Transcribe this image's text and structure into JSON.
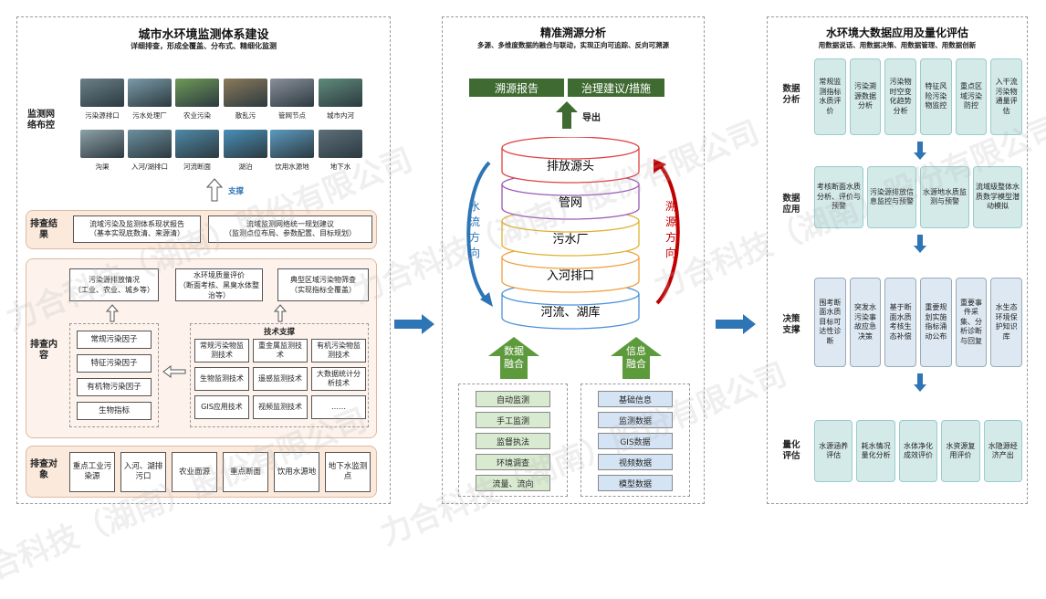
{
  "left": {
    "title": "城市水环境监测体系建设",
    "subtitle": "详细排查，形成全覆盖、分布式、精细化监测",
    "network_label": "监测网络布控",
    "photos": [
      "污染源排口",
      "污水处理厂",
      "农业污染",
      "散乱污",
      "管网节点",
      "城市内河",
      "沟渠",
      "入河/湖排口",
      "河流断面",
      "湖泊",
      "饮用水源地",
      "地下水"
    ],
    "support_label": "支撑",
    "result_label": "排查结果",
    "result_boxes": [
      "流域污染及监测体系现状报告\n（基本实现底数清、来源清）",
      "流域监测网络统一规划建议\n（监测点位布局、参数配置、目标规划）"
    ],
    "content_label": "排查内容",
    "content_top": [
      "污染源排放情况\n（工业、农业、城乡等）",
      "水环境质量评价\n（断面考核、黑臭水体整治等）",
      "典型区域污染物筛查\n（实现指标全覆盖）"
    ],
    "factors": [
      "常规污染因子",
      "特征污染因子",
      "有机物污染因子",
      "生物指标"
    ],
    "tech_title": "技术支撑",
    "tech": [
      "常规污染物监测技术",
      "重金属监测技术",
      "有机污染物监测技术",
      "生物监测技术",
      "遥感监测技术",
      "大数据统计分析技术",
      "GIS应用技术",
      "视频监测技术",
      "……"
    ],
    "object_label": "排查对象",
    "objects": [
      "重点工业污染源",
      "入河、湖排污口",
      "农业面源",
      "重点断面",
      "饮用水源地",
      "地下水监测点"
    ]
  },
  "middle": {
    "title": "精准溯源分析",
    "subtitle": "多源、多维度数据的融合与联动，实现正向可追踪、反向可溯源",
    "outputs": [
      "溯源报告",
      "治理建议/措施"
    ],
    "export_label": "导出",
    "layers": [
      "排放源头",
      "管网",
      "污水厂",
      "入河排口",
      "河流、湖库"
    ],
    "flow_label": "水流方向",
    "trace_label": "溯源方向",
    "data_fusion": "数据融合",
    "info_fusion": "信息融合",
    "data_sources": [
      "自动监测",
      "手工监测",
      "监督执法",
      "环境调查",
      "流量、流向"
    ],
    "info_sources": [
      "基础信息",
      "监测数据",
      "GIS数据",
      "视频数据",
      "模型数据"
    ]
  },
  "right": {
    "title": "水环境大数据应用及量化评估",
    "subtitle": "用数据说话、用数据决策、用数据管理、用数据创新",
    "rows": [
      {
        "label": "数据分析",
        "items": [
          "常规监测指标水质评价",
          "污染溯源数据分析",
          "污染物时空变化趋势分析",
          "特征风险污染物监控",
          "重点区域污染防控",
          "入干流污染物通量评估"
        ]
      },
      {
        "label": "数据应用",
        "items": [
          "考核断面水质分析、评价与预警",
          "污染源排放信息监控与预警",
          "水源地水质监测与预警",
          "流域级整体水质数学模型潜动模拟"
        ]
      },
      {
        "label": "决策支撑",
        "items": [
          "围考断面水质目标可达性诊断",
          "突发水污染事故应急决策",
          "基于断面水质考核生态补偿",
          "重要规划实施指标涌动公布",
          "重要事件采集、分析诊断与回复",
          "水生态环境保护知识库"
        ]
      },
      {
        "label": "量化评估",
        "items": [
          "水源涵养评估",
          "耗水情况量化分析",
          "水体净化成效评价",
          "水资源复用评价",
          "水隐源经济产出"
        ]
      }
    ]
  },
  "watermark": [
    "力合科技（湖南）股份有限公司"
  ],
  "colors": {
    "green": "#3f6b32",
    "blue_arrow": "#2e75b6",
    "red_arrow": "#c00000",
    "peach": "#fbe9dc",
    "teal": "#d3eae8"
  }
}
